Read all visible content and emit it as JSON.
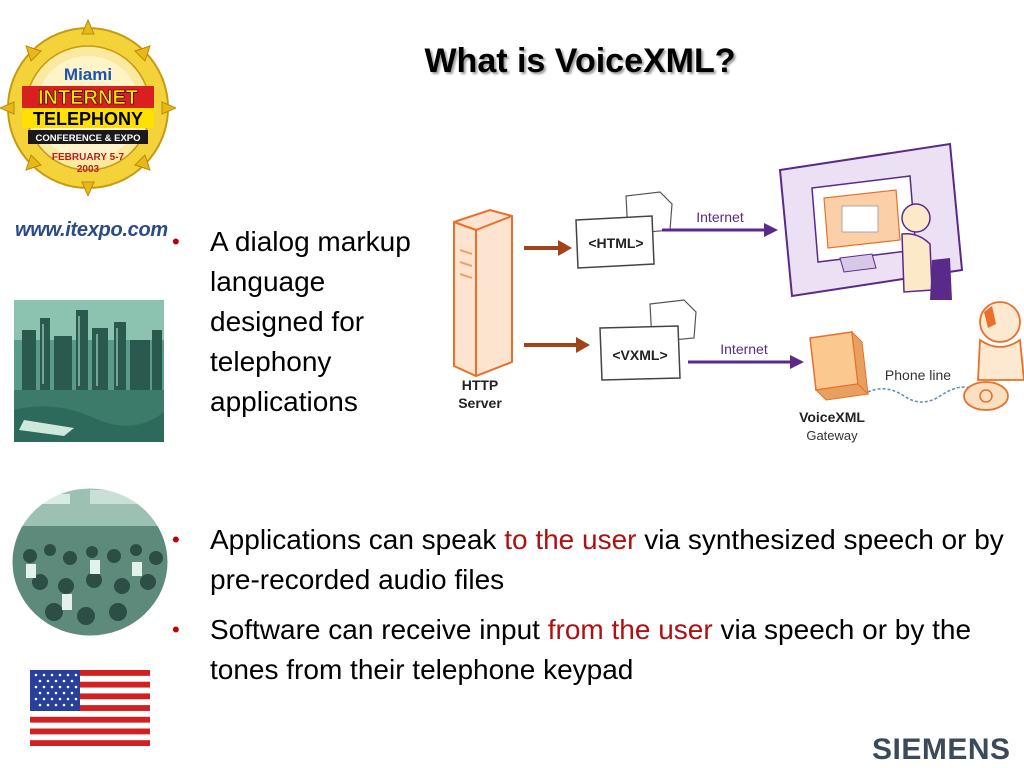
{
  "title": "What is VoiceXML?",
  "url": "www.itexpo.com",
  "seal": {
    "line1": "Miami",
    "line2": "INTERNET",
    "line3": "TELEPHONY",
    "line4": "CONFERENCE & EXPO",
    "line5": "FEBRUARY 5-7",
    "line6": "2003"
  },
  "bullets": {
    "b1": "A dialog markup language designed for telephony applications",
    "b2": {
      "pre": "Applications can speak ",
      "hl": "to the user",
      "post": " via synthesized speech or by pre-recorded audio files"
    },
    "b3": {
      "pre": "Software can receive input ",
      "hl": "from the user",
      "post": " via speech or by the tones from their telephone keypad"
    }
  },
  "diagram": {
    "html_tag": "<HTML>",
    "vxml_tag": "<VXML>",
    "internet1": "Internet",
    "internet2": "Internet",
    "server": "HTTP Server",
    "server_l1": "HTTP",
    "server_l2": "Server",
    "gateway_l1": "VoiceXML",
    "gateway_l2": "Gateway",
    "phone_line": "Phone line"
  },
  "footer": {
    "brand": "SIEMENS"
  },
  "colors": {
    "highlight": "#b01010",
    "arrow_brown": "#a0441a",
    "arrow_purple": "#5a2a8a",
    "seal_gold": "#e8c020"
  }
}
